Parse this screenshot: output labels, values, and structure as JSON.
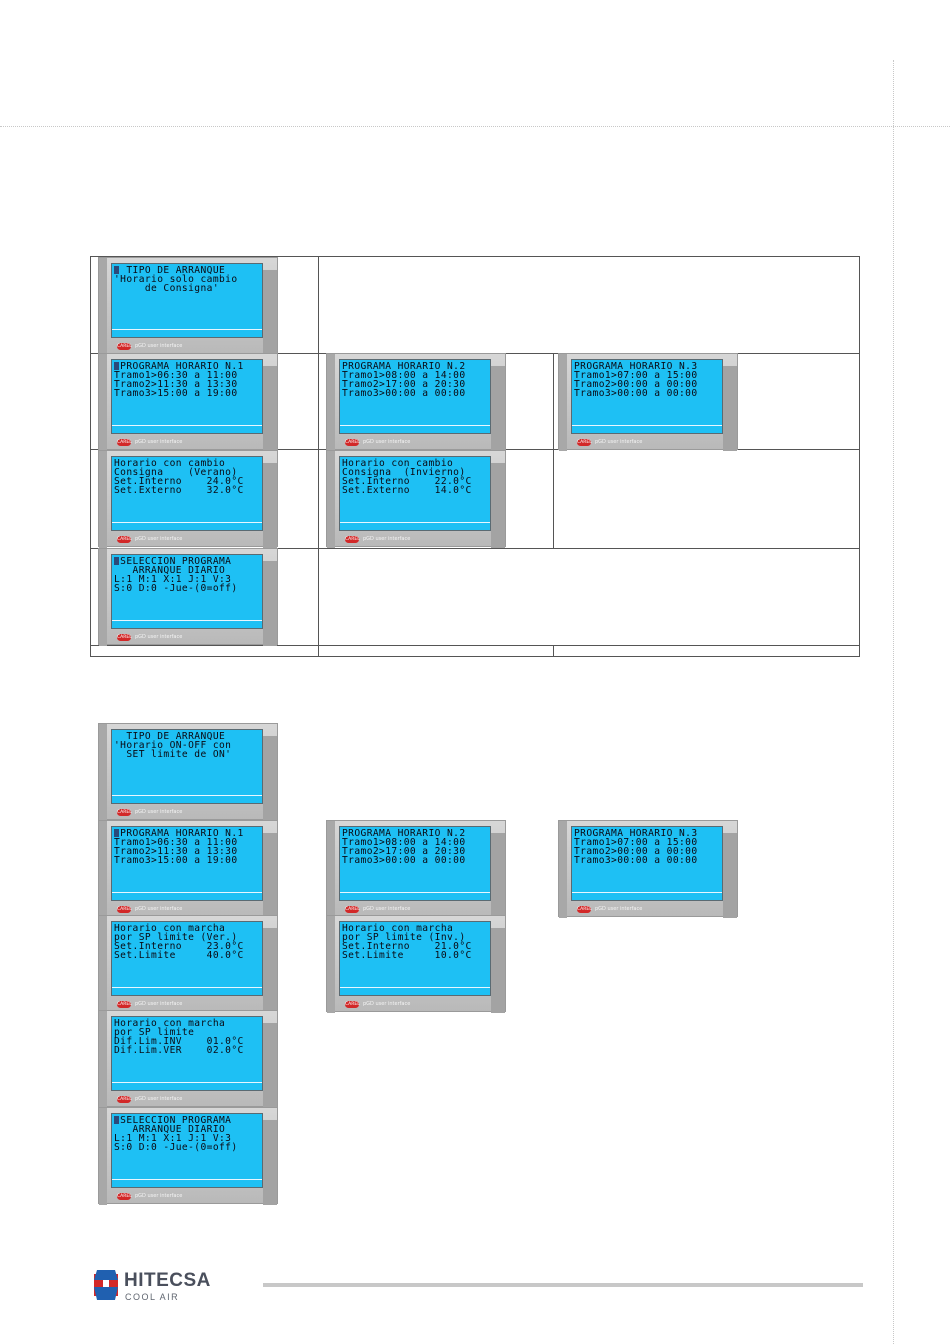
{
  "footer": {
    "logo_title": "HITECSA",
    "logo_subtitle": "COOL AIR"
  },
  "lcd_brand": {
    "badge": "CAREL",
    "label": "pGD user interface"
  },
  "colors": {
    "lcd_screen": "#1ec0f4",
    "logo_red": "#d22828",
    "logo_blue": "#2060b0"
  },
  "section1": {
    "s1_tipo": {
      "cursor": true,
      "lines": [
        "  TIPO DE ARRANQUE",
        "'Horario solo cambio",
        "     de Consigna'"
      ]
    },
    "s1_prog1": {
      "cursor": true,
      "lines": [
        " PROGRAMA HORARIO N.1",
        "Tramo1>06:30 a 11:00",
        "Tramo2>11:30 a 13:30",
        "Tramo3>15:00 a 19:00"
      ]
    },
    "s1_prog2": {
      "cursor": false,
      "lines": [
        "PROGRAMA HORARIO N.2",
        "Tramo1>08:00 a 14:00",
        "Tramo2>17:00 a 20:30",
        "Tramo3>00:00 a 00:00"
      ]
    },
    "s1_prog3": {
      "cursor": false,
      "lines": [
        "PROGRAMA HORARIO N.3",
        "Tramo1>07:00 a 15:00",
        "Tramo2>00:00 a 00:00",
        "Tramo3>00:00 a 00:00"
      ]
    },
    "s1_verano": {
      "cursor": false,
      "lines": [
        "Horario con cambio",
        "Consigna    (Verano)",
        "Set.Interno    24.0°C",
        "Set.Externo    32.0°C"
      ]
    },
    "s1_invierno": {
      "cursor": false,
      "lines": [
        "Horario con cambio",
        "Consigna  (Invierno)",
        "Set.Interno    22.0°C",
        "Set.Externo    14.0°C"
      ]
    },
    "s1_seleccion": {
      "cursor": true,
      "lines": [
        " SELECCION PROGRAMA",
        "   ARRANQUE DIARIO",
        "L:1 M:1 X:1 J:1 V:3",
        "S:0 D:0 -Jue-(0=off)"
      ]
    }
  },
  "section2": {
    "s2_tipo": {
      "cursor": false,
      "lines": [
        "  TIPO DE ARRANQUE",
        "'Horario ON-OFF con",
        "  SET limite de ON'"
      ]
    },
    "s2_prog1": {
      "cursor": true,
      "lines": [
        " PROGRAMA HORARIO N.1",
        "Tramo1>06:30 a 11:00",
        "Tramo2>11:30 a 13:30",
        "Tramo3>15:00 a 19:00"
      ]
    },
    "s2_prog2": {
      "cursor": false,
      "lines": [
        "PROGRAMA HORARIO N.2",
        "Tramo1>08:00 a 14:00",
        "Tramo2>17:00 a 20:30",
        "Tramo3>00:00 a 00:00"
      ]
    },
    "s2_prog3": {
      "cursor": false,
      "lines": [
        "PROGRAMA HORARIO N.3",
        "Tramo1>07:00 a 15:00",
        "Tramo2>00:00 a 00:00",
        "Tramo3>00:00 a 00:00"
      ]
    },
    "s2_ver": {
      "cursor": false,
      "lines": [
        "Horario con marcha",
        "por SP limite (Ver.)",
        "Set.Interno    23.0°C",
        "Set.Limite     40.0°C"
      ]
    },
    "s2_inv": {
      "cursor": false,
      "lines": [
        "Horario con marcha",
        "por SP limite (Inv.)",
        "Set.Interno    21.0°C",
        "Set.Limite     10.0°C"
      ]
    },
    "s2_dif": {
      "cursor": false,
      "lines": [
        "Horario con marcha",
        "por SP limite",
        "Dif.Lim.INV    01.0°C",
        "Dif.Lim.VER    02.0°C"
      ]
    },
    "s2_seleccion": {
      "cursor": true,
      "lines": [
        " SELECCION PROGRAMA",
        "   ARRANQUE DIARIO",
        "L:1 M:1 X:1 J:1 V:3",
        "S:0 D:0 -Jue-(0=off)"
      ]
    }
  }
}
